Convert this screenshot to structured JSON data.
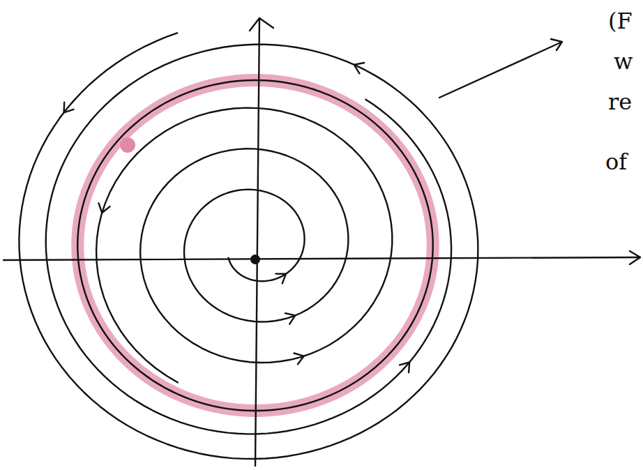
{
  "diagram": {
    "labels": [
      "(F",
      "w",
      "re",
      "of"
    ]
  }
}
